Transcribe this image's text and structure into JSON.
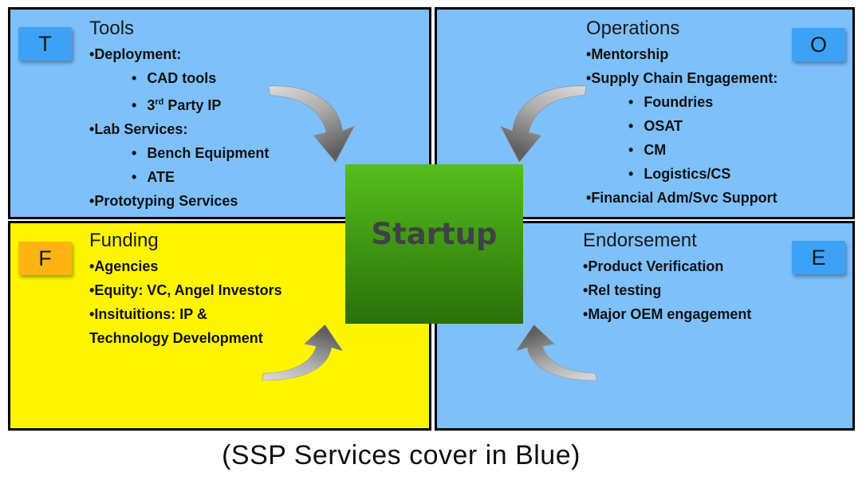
{
  "caption": {
    "text": "(SSP Services cover in Blue)"
  },
  "center_box": {
    "label": "Startup",
    "gradient_top": "#55BE1C",
    "gradient_bottom": "#2A7009",
    "text_color": "#3F4245"
  },
  "arrow_colors": {
    "light": "#DCDCDC",
    "mid": "#ABABAB",
    "dark": "#5E5E5E"
  },
  "border_color": "#000000",
  "quadrants": [
    {
      "id": "tools",
      "title": "Tools",
      "background": "#7EC0FA",
      "badge": {
        "letter": "T",
        "color": "#3DA2F5"
      },
      "items": [
        {
          "level": 1,
          "text": "Deployment:"
        },
        {
          "level": 2,
          "text": "CAD tools"
        },
        {
          "level": 2,
          "runs": [
            {
              "t": "3"
            },
            {
              "t": "rd",
              "sup": true
            },
            {
              "t": " Party IP"
            }
          ]
        },
        {
          "level": 1,
          "text": "Lab Services:"
        },
        {
          "level": 2,
          "text": "Bench Equipment"
        },
        {
          "level": 2,
          "text": "ATE"
        },
        {
          "level": 1,
          "text": "Prototyping Services"
        }
      ]
    },
    {
      "id": "operations",
      "title": "Operations",
      "background": "#7EC0FA",
      "badge": {
        "letter": "O",
        "color": "#3DA2F5"
      },
      "items": [
        {
          "level": 1,
          "text": "Mentorship"
        },
        {
          "level": 1,
          "text": "Supply Chain Engagement:"
        },
        {
          "level": 2,
          "text": "Foundries"
        },
        {
          "level": 2,
          "text": "OSAT"
        },
        {
          "level": 2,
          "text": "CM"
        },
        {
          "level": 2,
          "text": "Logistics/CS"
        },
        {
          "level": 1,
          "text": "Financial Adm/Svc Support"
        }
      ]
    },
    {
      "id": "funding",
      "title": "Funding",
      "background": "#FFF500",
      "badge": {
        "letter": "F",
        "color": "#FFB413"
      },
      "items": [
        {
          "level": 1,
          "text": "Agencies"
        },
        {
          "level": 1,
          "text": "Equity: VC, Angel Investors"
        },
        {
          "level": 1,
          "text": "Insituitions: IP &"
        },
        {
          "level": 0,
          "text": "Technology Development"
        }
      ]
    },
    {
      "id": "endorsement",
      "title": "Endorsement",
      "background": "#7EC0FA",
      "badge": {
        "letter": "E",
        "color": "#3DA2F5"
      },
      "items": [
        {
          "level": 1,
          "text": "Product Verification"
        },
        {
          "level": 1,
          "text": "Rel testing"
        },
        {
          "level": 1,
          "text": "Major OEM engagement"
        }
      ]
    }
  ]
}
